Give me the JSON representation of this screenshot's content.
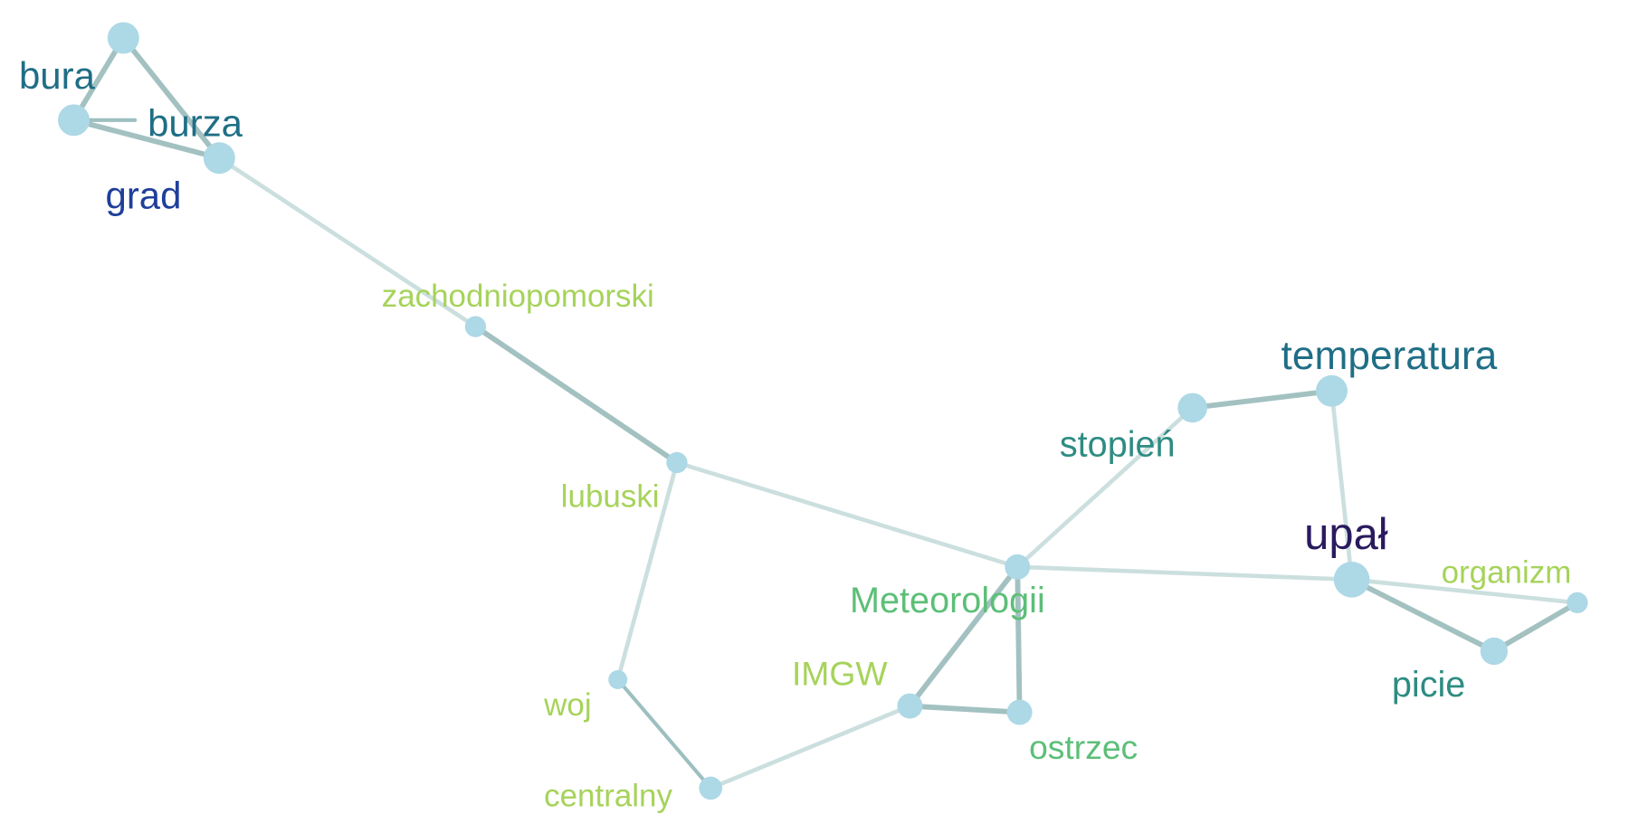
{
  "graph": {
    "nodes": [
      {
        "id": "bura",
        "label": "bura",
        "color": "#1f6e86",
        "size": "large"
      },
      {
        "id": "burza",
        "label": "burza",
        "color": "#1f6e86",
        "size": "large"
      },
      {
        "id": "grad",
        "label": "grad",
        "color": "#1e3f9a",
        "size": "large"
      },
      {
        "id": "top",
        "label": "",
        "color": "",
        "size": "large"
      },
      {
        "id": "zachodniopomorski",
        "label": "zachodniopomorski",
        "color": "#a6d35a",
        "size": "medium"
      },
      {
        "id": "lubuski",
        "label": "lubuski",
        "color": "#a6d35a",
        "size": "medium"
      },
      {
        "id": "woj",
        "label": "woj",
        "color": "#a6d35a",
        "size": "medium"
      },
      {
        "id": "centralny",
        "label": "centralny",
        "color": "#a6d35a",
        "size": "medium"
      },
      {
        "id": "IMGW",
        "label": "IMGW",
        "color": "#a6d35a",
        "size": "medium"
      },
      {
        "id": "Meteorologii",
        "label": "Meteorologii",
        "color": "#5cbf77",
        "size": "medium"
      },
      {
        "id": "ostrzec",
        "label": "ostrzec",
        "color": "#5cbf77",
        "size": "medium"
      },
      {
        "id": "stopien",
        "label": "stopień",
        "color": "#2e8c82",
        "size": "large"
      },
      {
        "id": "temperatura",
        "label": "temperatura",
        "color": "#1f6e86",
        "size": "large"
      },
      {
        "id": "upal",
        "label": "upał",
        "color": "#2a1a5e",
        "size": "xlarge"
      },
      {
        "id": "organizm",
        "label": "organizm",
        "color": "#a6d35a",
        "size": "medium"
      },
      {
        "id": "picie",
        "label": "picie",
        "color": "#2e8c82",
        "size": "large"
      }
    ],
    "edges": [
      {
        "source": "top",
        "target": "bura",
        "weight": "strong"
      },
      {
        "source": "top",
        "target": "grad",
        "weight": "strong"
      },
      {
        "source": "bura",
        "target": "grad",
        "weight": "strong"
      },
      {
        "source": "bura",
        "target": "burza",
        "weight": "medium"
      },
      {
        "source": "grad",
        "target": "zachodniopomorski",
        "weight": "weak"
      },
      {
        "source": "zachodniopomorski",
        "target": "lubuski",
        "weight": "strong"
      },
      {
        "source": "lubuski",
        "target": "Meteorologii",
        "weight": "weak"
      },
      {
        "source": "lubuski",
        "target": "woj",
        "weight": "weak"
      },
      {
        "source": "woj",
        "target": "centralny",
        "weight": "medium"
      },
      {
        "source": "centralny",
        "target": "IMGW",
        "weight": "weak"
      },
      {
        "source": "IMGW",
        "target": "ostrzec",
        "weight": "strong"
      },
      {
        "source": "IMGW",
        "target": "Meteorologii",
        "weight": "strong"
      },
      {
        "source": "Meteorologii",
        "target": "ostrzec",
        "weight": "strong"
      },
      {
        "source": "Meteorologii",
        "target": "stopien",
        "weight": "weak"
      },
      {
        "source": "Meteorologii",
        "target": "upal",
        "weight": "weak"
      },
      {
        "source": "stopien",
        "target": "temperatura",
        "weight": "strong"
      },
      {
        "source": "temperatura",
        "target": "upal",
        "weight": "weak"
      },
      {
        "source": "upal",
        "target": "organizm",
        "weight": "weak"
      },
      {
        "source": "upal",
        "target": "picie",
        "weight": "strong"
      },
      {
        "source": "picie",
        "target": "organizm",
        "weight": "strong"
      }
    ],
    "colors": {
      "node_fill": "#add8e6",
      "edge_strong": "#a3c1c1",
      "edge_medium": "#9dbfbf",
      "edge_weak": "#ccdfdf"
    }
  }
}
